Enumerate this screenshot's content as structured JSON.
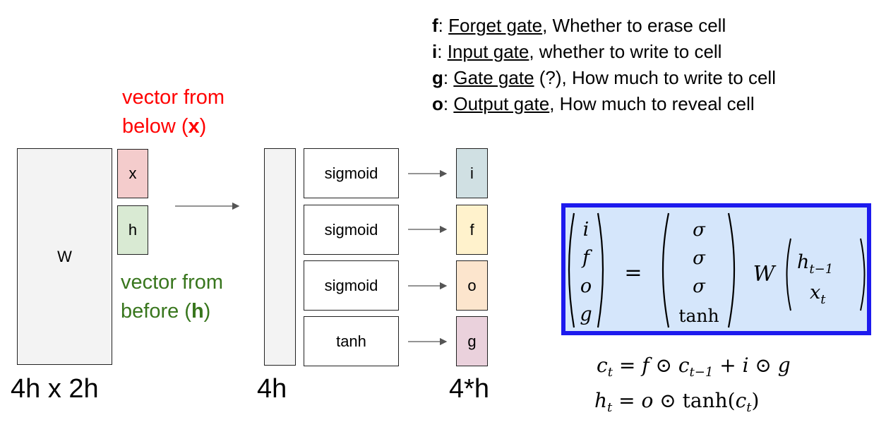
{
  "gates": [
    {
      "key": "f",
      "name": "Forget gate",
      "desc": ", Whether to erase cell"
    },
    {
      "key": "i",
      "name": "Input gate",
      "desc": ", whether to write to cell"
    },
    {
      "key": "g",
      "name": "Gate gate",
      "desc": " (?), How much to write to cell"
    },
    {
      "key": "o",
      "name": "Output gate",
      "desc": ", How much to reveal cell"
    }
  ],
  "vector_x": {
    "line1": "vector from",
    "line2_pre": "below (",
    "bold": "x",
    "line2_post": ")"
  },
  "vector_h": {
    "line1": "vector from",
    "line2_pre": "before (",
    "bold": "h",
    "line2_post": ")"
  },
  "matrix": {
    "label": "W",
    "dims": "4h x 2h"
  },
  "inputs": {
    "x": "x",
    "h": "h"
  },
  "hidden": {
    "dims": "4h"
  },
  "activations": [
    "sigmoid",
    "sigmoid",
    "sigmoid",
    "tanh"
  ],
  "outputs": [
    "i",
    "f",
    "o",
    "g"
  ],
  "output_dims": "4*h",
  "colors": {
    "x_fill": "#f4cccc",
    "h_fill": "#d9ead3",
    "i_fill": "#d0e0e3",
    "f_fill": "#fff2cc",
    "o_fill": "#fce5cd",
    "g_fill": "#ead1dc",
    "x_text": "#ff0000",
    "h_text": "#38761d",
    "eq_box_fill": "#d5e6fb",
    "eq_box_border": "#1d1aee"
  },
  "equation": {
    "lhs": [
      "i",
      "f",
      "o",
      "g"
    ],
    "rhs_funcs": [
      "σ",
      "σ",
      "σ",
      "tanh"
    ],
    "eq": "=",
    "W": "W",
    "vec": [
      "h",
      "t−1",
      "x",
      "t"
    ]
  },
  "cell_eq": {
    "c": "c",
    "t": "t",
    "eq": " = ",
    "f": "f",
    "odot": " ⊙ ",
    "cprev": "c",
    "tm1": "t−1",
    "plus": " + ",
    "i": "i",
    "g": "g"
  },
  "hid_eq": {
    "h": "h",
    "t": "t",
    "eq": " = ",
    "o": "o",
    "odot": " ⊙ ",
    "tanh": "tanh(",
    "c": "c",
    "close": ")"
  }
}
